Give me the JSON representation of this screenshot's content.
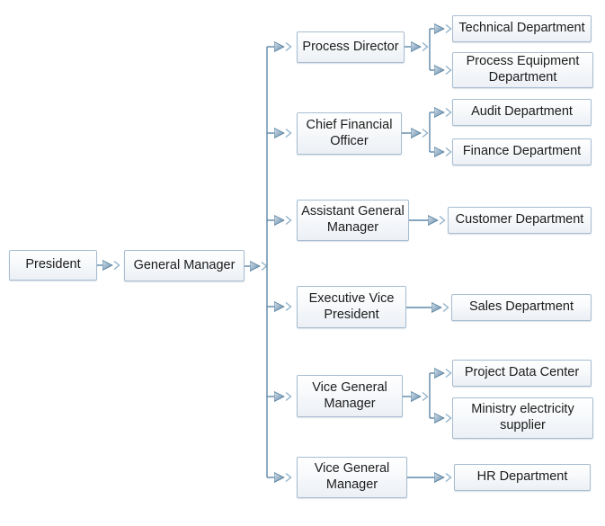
{
  "diagram": {
    "type": "org-chart",
    "root": {
      "label": "President"
    },
    "level2": {
      "label": "General Manager"
    },
    "managers": [
      {
        "label": "Process Director",
        "departments": [
          "Technical Department",
          "Process Equipment Department"
        ]
      },
      {
        "label": "Chief Financial Officer",
        "departments": [
          "Audit Department",
          "Finance Department"
        ]
      },
      {
        "label": "Assistant General Manager",
        "departments": [
          "Customer Department"
        ]
      },
      {
        "label": "Executive Vice President",
        "departments": [
          "Sales Department"
        ]
      },
      {
        "label": "Vice General Manager",
        "departments": [
          "Project Data Center",
          "Ministry electricity supplier"
        ]
      },
      {
        "label": "Vice General Manager",
        "departments": [
          "HR Department"
        ]
      }
    ],
    "colors": {
      "connector_line": "#5e87a8",
      "arrow_fill_light": "#d7e2ec",
      "arrow_fill_dark": "#6088a8",
      "arrow_outline": "#54809f",
      "chevron": "#92b2c9",
      "box_border": "#a7bdd1",
      "box_fill_top": "#ffffff",
      "box_fill_bottom": "#ecf0f5",
      "text": "#1c1c1c",
      "background": "#ffffff"
    }
  }
}
